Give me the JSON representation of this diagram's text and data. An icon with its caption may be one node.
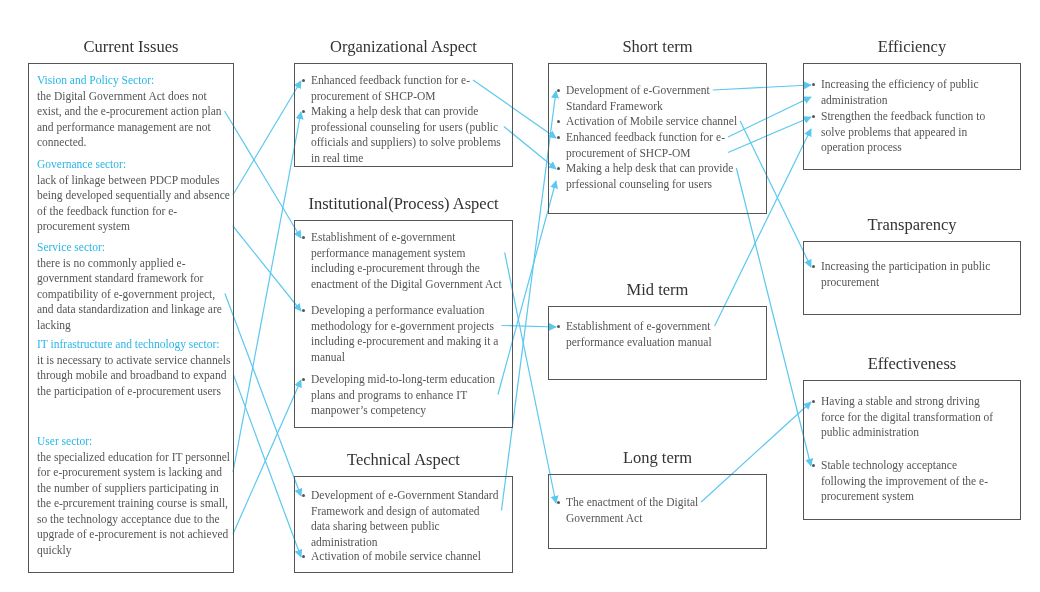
{
  "diagram": {
    "nodes": [
      {
        "text": [
          "Current Issues"
        ]
      },
      {
        "text": [
          "Vision and Policy Sector:",
          "the Digital Government Act does not exist, and the e-procurement action plan and performance management are not connected."
        ],
        "in": 0
      },
      {
        "text": [
          "Governance sector:",
          "lack of linkage between PDCP modules being developed sequentially and absence of the feedback function for e-procurement system"
        ],
        "in": 0
      },
      {
        "text": [
          "Service sector:",
          "there is no commonly applied e-government standard framework for compatibility of e-government project, and data standardization and linkage are lacking"
        ],
        "in": 0
      },
      {
        "text": [
          "IT infrastructure and technology sector:",
          "it is necessary to activate service channels through mobile and broadband to expand the participation of e-procurement users"
        ],
        "in": 0
      },
      {
        "text": [
          "User sector:",
          "the specialized education for IT personnel for e-procurement system is lacking and the number of suppliers participating in the e-prcurement training course is small, so the technology acceptance due to the upgrade of e-procurement is not achieved quickly"
        ],
        "in": 0
      },
      {
        "text": [
          "Organizational Aspect"
        ]
      },
      {
        "text": [
          "Enhanced feedback function for e-procurement of SHCP-OM"
        ],
        "in": 6
      },
      {
        "text": [
          "Making a help desk that can provide professional counseling for users (public officials and suppliers) to solve problems in real time"
        ],
        "in": 6
      },
      {
        "text": [
          "Institutional(Process) Aspect"
        ]
      },
      {
        "text": [
          "Establishment of e-government performance management system including e-procurement through the enactment of the Digital Government Act"
        ],
        "in": 9
      },
      {
        "text": [
          "Developing a performance evaluation methodology for e-government projects including e-procurement and making it a manual"
        ],
        "in": 9
      },
      {
        "text": [
          "Developing mid-to-long-term education plans and programs to enhance IT manpower’s competency"
        ],
        "in": 9
      },
      {
        "text": [
          "Technical Aspect"
        ]
      },
      {
        "text": [
          "Development of e-Government Standard Framework and design of automated data sharing between public administration"
        ],
        "in": 13
      },
      {
        "text": [
          "Activation of mobile service channel"
        ],
        "in": 13
      },
      {
        "text": [
          "Short term"
        ]
      },
      {
        "text": [
          "Development of e-Government Standard Framework"
        ],
        "in": 16
      },
      {
        "text": [
          "Activation of Mobile service channel"
        ],
        "in": 16
      },
      {
        "text": [
          "Enhanced feedback function for e-procurement of SHCP-OM"
        ],
        "in": 16
      },
      {
        "text": [
          "Making a help desk that can provide prfessional counseling for users"
        ],
        "in": 16
      },
      {
        "text": [
          "Mid term"
        ]
      },
      {
        "text": [
          "Establishment of e-government performance evaluation manual"
        ],
        "in": 21
      },
      {
        "text": [
          "Long term"
        ]
      },
      {
        "text": [
          "The enactment of the Digital Government Act"
        ],
        "in": 23
      },
      {
        "text": [
          "Efficiency"
        ]
      },
      {
        "text": [
          "Increasing the efficiency of public administration"
        ],
        "in": 25
      },
      {
        "text": [
          "Strengthen the feedback function to solve problems that appeared in operation process"
        ],
        "in": 25
      },
      {
        "text": [
          "Transparency"
        ]
      },
      {
        "text": [
          "Increasing the participation in public procurement"
        ],
        "in": 28
      },
      {
        "text": [
          "Effectiveness"
        ]
      },
      {
        "text": [
          "Having a stable and strong driving force for the digital transformation of public administration"
        ],
        "in": 30
      },
      {
        "text": [
          "Stable technology acceptance following the improvement of the e-procurement system"
        ],
        "in": 30
      }
    ],
    "edges": [
      {
        "from": 1,
        "to": 10,
        "arrow": "to"
      },
      {
        "from": 2,
        "to": 7,
        "arrow": "to"
      },
      {
        "from": 2,
        "to": 11,
        "arrow": "to"
      },
      {
        "from": 3,
        "to": 14,
        "arrow": "to"
      },
      {
        "from": 4,
        "to": 15,
        "arrow": "to"
      },
      {
        "from": 5,
        "to": 8,
        "arrow": "to"
      },
      {
        "from": 5,
        "to": 12,
        "arrow": "to"
      },
      {
        "from": 7,
        "to": 19,
        "arrow": "to"
      },
      {
        "from": 8,
        "to": 20,
        "arrow": "to"
      },
      {
        "from": 10,
        "to": 24,
        "arrow": "to"
      },
      {
        "from": 11,
        "to": 22,
        "arrow": "to"
      },
      {
        "from": 12,
        "to": 20,
        "arrow": "to"
      },
      {
        "from": 14,
        "to": 17,
        "arrow": "to"
      },
      {
        "from": 17,
        "to": 26,
        "arrow": "to"
      },
      {
        "from": 18,
        "to": 29,
        "arrow": "to"
      },
      {
        "from": 19,
        "to": 26,
        "arrow": "to"
      },
      {
        "from": 19,
        "to": 27,
        "arrow": "to"
      },
      {
        "from": 20,
        "to": 32,
        "arrow": "to"
      },
      {
        "from": 22,
        "to": 27,
        "arrow": "to"
      },
      {
        "from": 24,
        "to": 31,
        "arrow": "to"
      }
    ]
  }
}
